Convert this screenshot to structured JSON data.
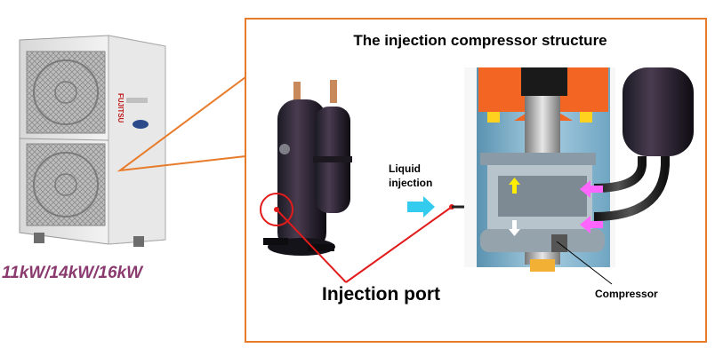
{
  "title": "The injection compressor structure",
  "capacity_label": "11kW/14kW/16kW",
  "brand_logo": "FUJITSU",
  "labels": {
    "injection_port": "Injection port",
    "liquid_injection_line1": "Liquid",
    "liquid_injection_line2": "injection",
    "compressor": "Compressor"
  },
  "colors": {
    "frame": "#e87b2a",
    "callout": "#e21b1b",
    "arrow_liquid": "#33ccee",
    "arrow_yellow": "#ffee00",
    "arrow_pink": "#ff66ff",
    "capacity_text": "#8a3a6e",
    "orange_part": "#f26522"
  },
  "icons": [
    "liquid-arrow-icon",
    "flow-up-arrow-icon",
    "flow-down-arrow-icon",
    "inflow-arrow-icon"
  ]
}
